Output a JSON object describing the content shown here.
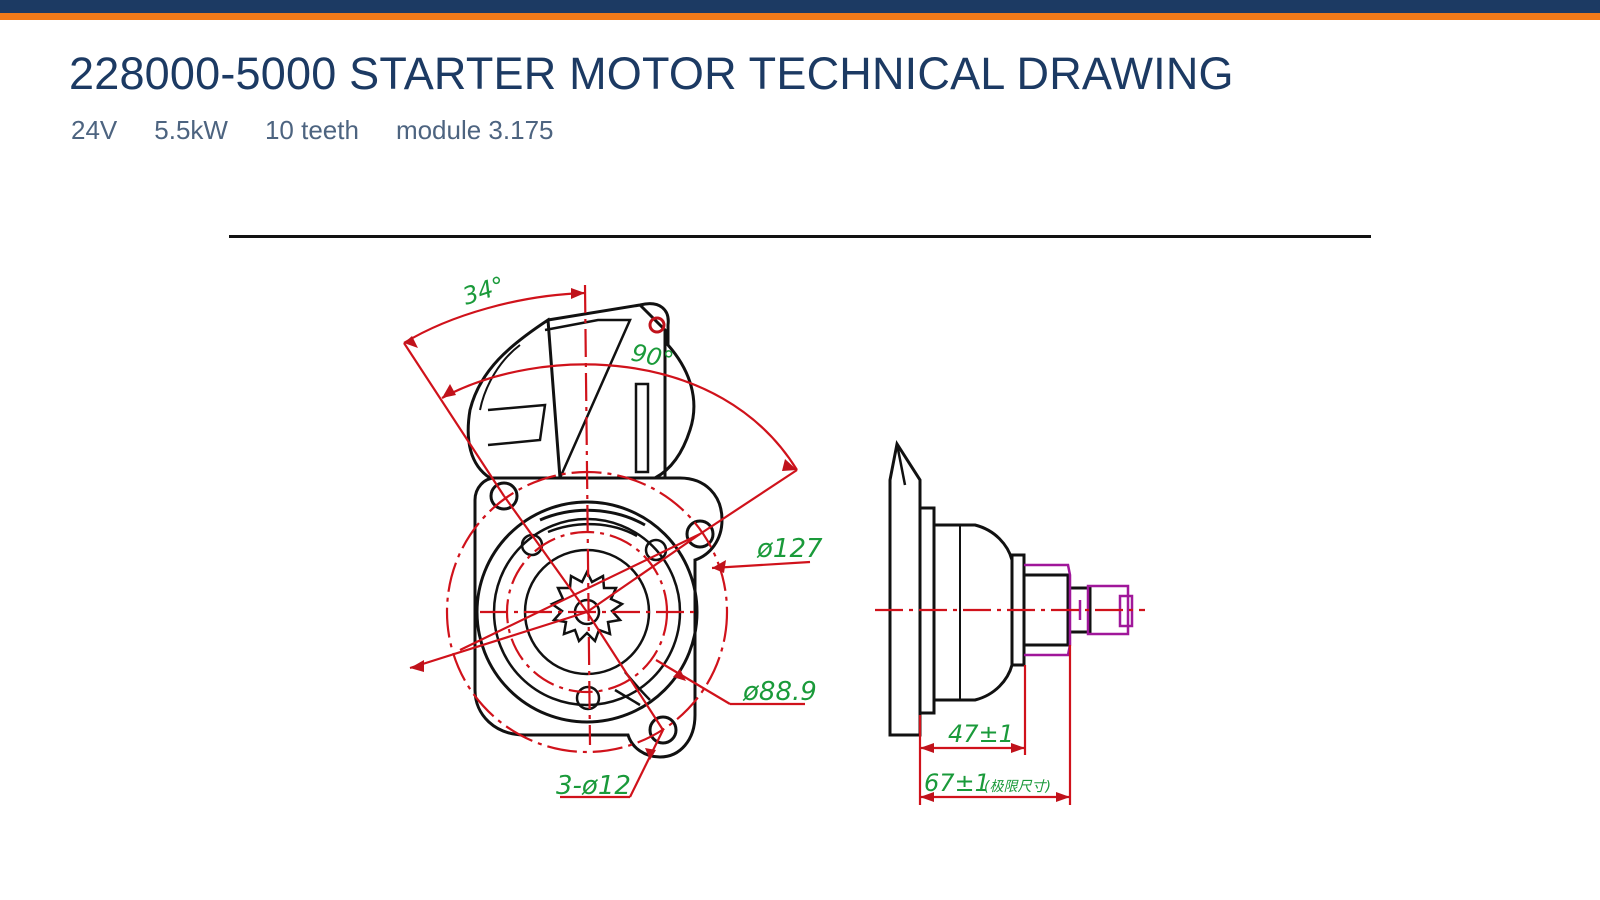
{
  "header": {
    "title": "228000-5000 STARTER MOTOR TECHNICAL DRAWING",
    "specs": [
      "24V",
      "5.5kW",
      "10 teeth",
      "module 3.175"
    ]
  },
  "drawing": {
    "dimensions": {
      "angle_34": "34°",
      "angle_90": "90°",
      "diameter_127": "ø127",
      "diameter_88_9": "ø88.9",
      "holes": "3-ø12",
      "length_47": "47±1",
      "length_67": "67±1",
      "length_67_note": "(极限尺寸)"
    },
    "colors": {
      "outline": "#111111",
      "centerline": "#d0121b",
      "dimension_text": "#1a9a3a",
      "pinion": "#a0179a"
    }
  }
}
